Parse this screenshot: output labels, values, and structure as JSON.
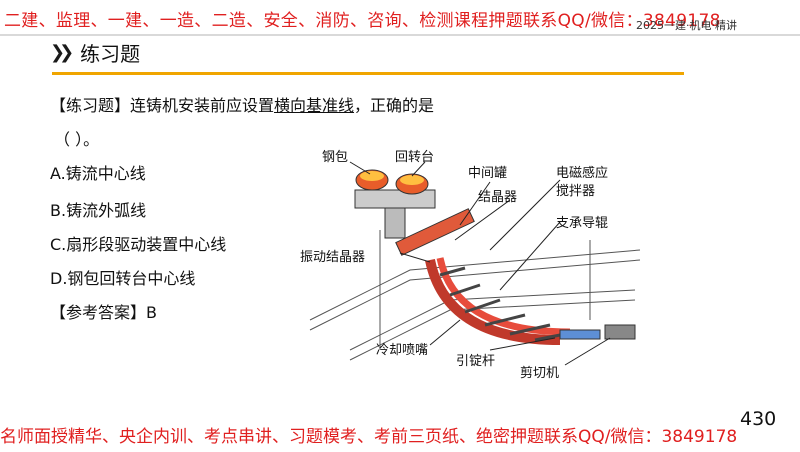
{
  "top_banner": "二建、监理、一建、一造、二造、安全、消防、咨询、检测课程押题联系QQ/微信：3849178",
  "top_sub": "2025一建·机电·精讲",
  "slide_title": "练习题",
  "question": {
    "prefix": "【练习题】连铸机安装前应设置",
    "underlined": "横向基准线",
    "suffix": "，正确的是",
    "paren": "（    ）。",
    "options": [
      "A.铸流中心线",
      "B.铸流外弧线",
      "C.扇形段驱动装置中心线",
      "D.钢包回转台中心线"
    ],
    "answer": "【参考答案】B"
  },
  "diagram_labels": {
    "ladle": "钢包",
    "turret": "回转台",
    "tundish": "中间罐",
    "emstir1": "电磁感应",
    "emstir2": "搅拌器",
    "crystallizer": "结晶器",
    "support_roll": "支承导辊",
    "vib": "振动结晶器",
    "cooling": "冷却喷嘴",
    "dummy": "引锭杆",
    "shear": "剪切机"
  },
  "page_number": "430",
  "bottom_banner": "名师面授精华、央企内训、考点串讲、习题模考、考前三页纸、绝密押题联系QQ/微信：3849178"
}
